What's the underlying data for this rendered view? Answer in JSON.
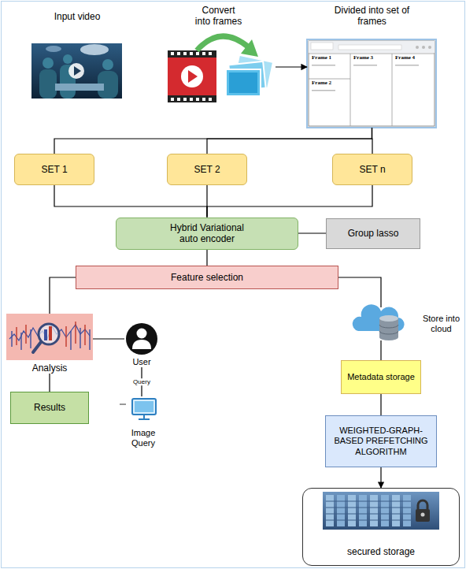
{
  "diagram": {
    "nodes": [
      {
        "text": [
          "Input video"
        ]
      },
      {
        "text": [
          "Convert into frames"
        ]
      },
      {
        "text": [
          "Divided into set of frames"
        ]
      },
      {
        "text": [
          "SET 1"
        ]
      },
      {
        "text": [
          "SET 2"
        ]
      },
      {
        "text": [
          "SET n"
        ]
      },
      {
        "text": [
          "Hybrid Variational auto encoder"
        ]
      },
      {
        "text": [
          "Group lasso"
        ]
      },
      {
        "text": [
          "Feature selection"
        ]
      },
      {
        "text": [
          "Analysis"
        ]
      },
      {
        "text": [
          "User"
        ]
      },
      {
        "text": [
          "Image Query"
        ]
      },
      {
        "text": [
          "Results"
        ]
      },
      {
        "text": [
          "Store into cloud"
        ]
      },
      {
        "text": [
          "Metadata storage"
        ]
      },
      {
        "text": [
          "WEIGHTED-GRAPH-BASED PREFETCHING ALGORITHM"
        ]
      },
      {
        "text": [
          "secured storage"
        ]
      }
    ],
    "edges": [
      {
        "from": 1,
        "to": 2,
        "arrow": "to"
      },
      {
        "from": 2,
        "to": 3,
        "arrow": "none"
      },
      {
        "from": 2,
        "to": 4,
        "arrow": "none"
      },
      {
        "from": 2,
        "to": 5,
        "arrow": "none"
      },
      {
        "from": 3,
        "to": 6,
        "arrow": "none"
      },
      {
        "from": 4,
        "to": 6,
        "arrow": "none"
      },
      {
        "from": 5,
        "to": 6,
        "arrow": "none"
      },
      {
        "from": 6,
        "to": 7,
        "arrow": "none"
      },
      {
        "from": 6,
        "to": 8,
        "arrow": "none"
      },
      {
        "from": 8,
        "to": 9,
        "arrow": "none"
      },
      {
        "from": 8,
        "to": 13,
        "arrow": "none"
      },
      {
        "from": 9,
        "to": 12,
        "arrow": "none"
      },
      {
        "from": 9,
        "to": 10,
        "arrow": "none"
      },
      {
        "from": 10,
        "to": 11,
        "label": "Query",
        "arrow": "none"
      },
      {
        "from": 13,
        "to": 14,
        "arrow": "none"
      },
      {
        "from": 14,
        "to": 15,
        "arrow": "none"
      },
      {
        "from": 15,
        "to": 16,
        "arrow": "to"
      }
    ],
    "labels": [
      "Frame 1",
      "Frame 3",
      "Frame 4",
      "Frame 2"
    ]
  }
}
